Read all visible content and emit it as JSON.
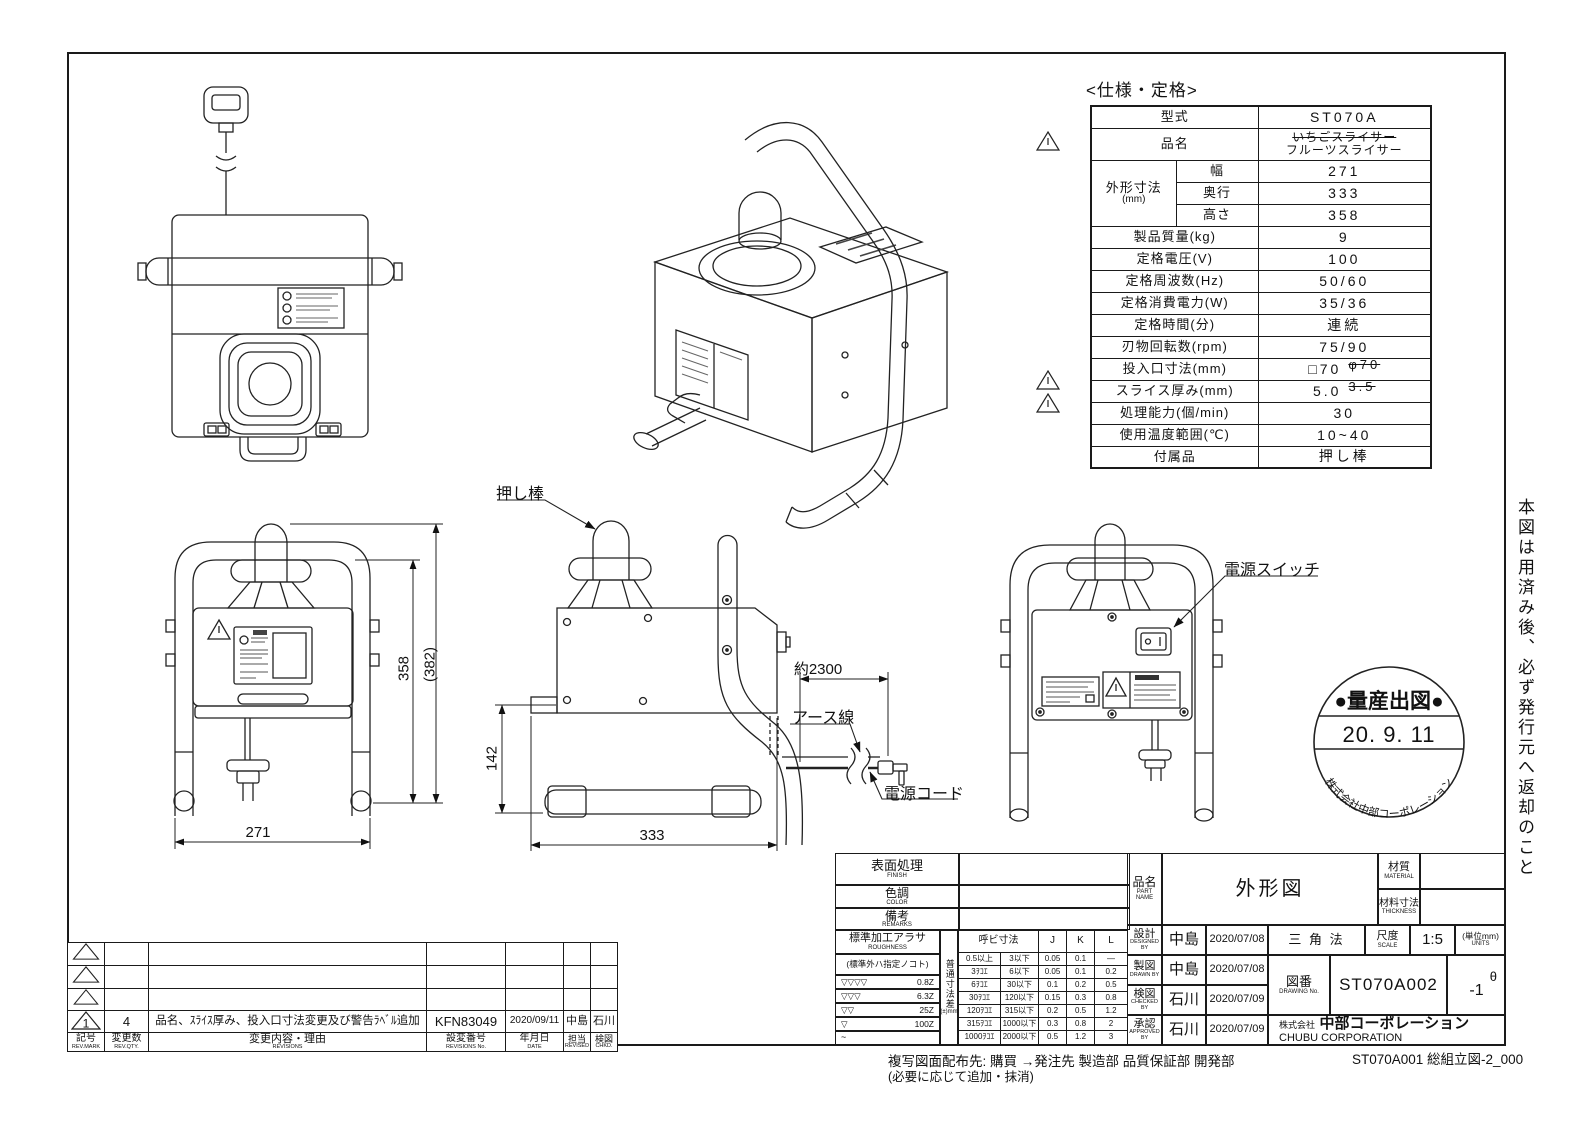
{
  "spec": {
    "title": "<仕様・定格>",
    "model_label": "型式",
    "model": "ST070A",
    "name_label": "品名",
    "name_old": "いちごスライサー",
    "name_new": "フルーツスライサー",
    "dims_label": "外形寸法",
    "dims_unit": "(mm)",
    "width_label": "幅",
    "width": "271",
    "depth_label": "奥行",
    "depth": "333",
    "height_label": "高さ",
    "height": "358",
    "rows": [
      {
        "label": "製品質量(kg)",
        "value": "9"
      },
      {
        "label": "定格電圧(V)",
        "value": "100"
      },
      {
        "label": "定格周波数(Hz)",
        "value": "50/60"
      },
      {
        "label": "定格消費電力(W)",
        "value": "35/36"
      },
      {
        "label": "定格時間(分)",
        "value": "連続"
      },
      {
        "label": "刃物回転数(rpm)",
        "value": "75/90"
      },
      {
        "label": "投入口寸法(mm)",
        "value": "□70",
        "old": "φ70"
      },
      {
        "label": "スライス厚み(mm)",
        "value": "5.0",
        "old": "3.5"
      },
      {
        "label": "処理能力(個/min)",
        "value": "30"
      },
      {
        "label": "使用温度範囲(℃)",
        "value": "10~40"
      },
      {
        "label": "付属品",
        "value": "押し棒"
      }
    ]
  },
  "labels": {
    "push_rod": "押し棒",
    "power_switch": "電源スイッチ",
    "earth_wire": "アース線",
    "power_cord": "電源コード"
  },
  "dims": {
    "front_height": "358",
    "overall_height": "(382)",
    "width": "271",
    "base_height": "142",
    "depth": "333",
    "cord": "約2300"
  },
  "stamp": {
    "title": "●量産出図●",
    "date": "20. 9. 11",
    "company": "株式会社中部コーポレーション"
  },
  "side_note_vertical": "本図は用済み後、必ず発行元へ返却のこと",
  "revision_table": {
    "entry": {
      "mark": "1",
      "qty": "4",
      "desc": "品名、ｽﾗｲｽ厚み、投入口寸法変更及び警告ﾗﾍﾞﾙ追加",
      "no": "KFN83049",
      "date": "2020/09/11",
      "revised": "中島",
      "chkd": "石川"
    },
    "headers": [
      {
        "jp": "記号",
        "en": "REV.MARK"
      },
      {
        "jp": "変更数",
        "en": "REV.QTY."
      },
      {
        "jp": "変更内容・理由",
        "en": "REVISIONS"
      },
      {
        "jp": "設変番号",
        "en": "REVISIONS No."
      },
      {
        "jp": "年月日",
        "en": "DATE"
      },
      {
        "jp": "担当",
        "en": "REVISED"
      },
      {
        "jp": "検図",
        "en": "CHKD."
      }
    ]
  },
  "finish_block": {
    "rows": [
      {
        "label": "表面処理",
        "en": "FINISH",
        "value": ""
      },
      {
        "label": "色調",
        "en": "COLOR",
        "value": ""
      },
      {
        "label": "備考",
        "en": "REMARKS",
        "value": ""
      }
    ],
    "roughness_title": "標準加工アラサ",
    "roughness_en": "ROUGHNESS",
    "roughness_note": "(標準外ハ指定ノコト)",
    "roughness_rows": [
      {
        "mark": "▽▽▽▽",
        "value": "0.8Z"
      },
      {
        "mark": "▽▽▽",
        "value": "6.3Z"
      },
      {
        "mark": "▽▽",
        "value": "25Z"
      },
      {
        "mark": "▽",
        "value": "100Z"
      },
      {
        "mark": "~",
        "value": ""
      }
    ]
  },
  "tolerance_table": {
    "side_label": "普通寸法差",
    "side_label2": "(±)mm",
    "header": {
      "dim": "呼ビ寸法",
      "j": "J",
      "k": "K",
      "l": "L"
    },
    "rows": [
      [
        "0.5以上",
        "3以下",
        "0.05",
        "0.1",
        "—"
      ],
      [
        "3ｦｺｴ",
        "6以下",
        "0.05",
        "0.1",
        "0.2"
      ],
      [
        "6ｦｺｴ",
        "30以下",
        "0.1",
        "0.2",
        "0.5"
      ],
      [
        "30ｦｺｴ",
        "120以下",
        "0.15",
        "0.3",
        "0.8"
      ],
      [
        "120ｦｺｴ",
        "315以下",
        "0.2",
        "0.5",
        "1.2"
      ],
      [
        "315ｦｺｴ",
        "1000以下",
        "0.3",
        "0.8",
        "2"
      ],
      [
        "1000ｦｺｴ",
        "2000以下",
        "0.5",
        "1.2",
        "3"
      ]
    ]
  },
  "title_block": {
    "part_name_label": "品名",
    "part_name_en": "PART NAME",
    "part_name": "外形図",
    "material_label": "材質",
    "material_en": "MATERIAL",
    "material": "",
    "thickness_label": "材料寸法",
    "thickness_en": "THICKNESS",
    "thickness": "",
    "staff_rows": [
      {
        "label": "設計",
        "en": "DESIGNED BY",
        "name": "中島",
        "date": "2020/07/08"
      },
      {
        "label": "製図",
        "en": "DRAWN BY",
        "name": "中島",
        "date": "2020/07/08"
      },
      {
        "label": "検図",
        "en": "CHECKED BY",
        "name": "石川",
        "date": "2020/07/09"
      },
      {
        "label": "承認",
        "en": "APPROVED BY",
        "name": "石川",
        "date": "2020/07/09"
      }
    ],
    "projection": "三 角 法",
    "scale_label": "尺度",
    "scale_en": "SCALE",
    "scale": "1:5",
    "units": "(単位mm)",
    "units_en": "UNITS",
    "dwg_label": "図番",
    "dwg_en": "DRAWING No.",
    "dwg_no": "ST070A002",
    "rev_symbol": "θ",
    "rev_no": "-1",
    "company_prefix": "株式会社",
    "company": "中部コーポレーション",
    "company_en": "CHUBU CORPORATION"
  },
  "footer": {
    "distribution": "複写図面配布先: 購買 →発注先 製造部 品質保証部 開発部",
    "distribution2": "(必要に応じて追加・抹消)",
    "doc_ref": "ST070A001 総組立図-2_000"
  }
}
